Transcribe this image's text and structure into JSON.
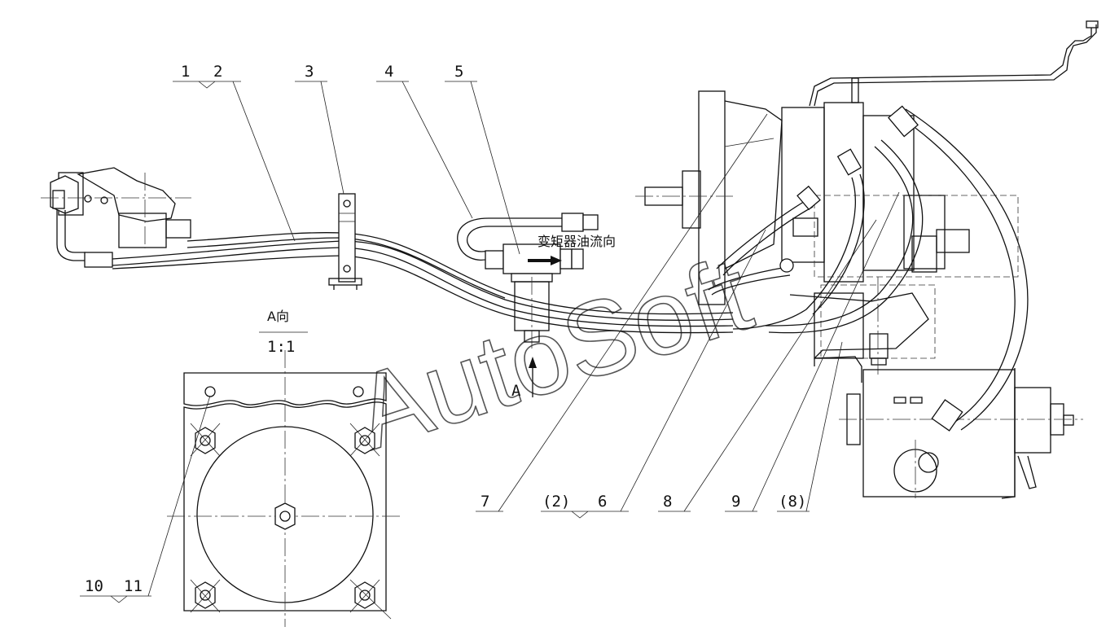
{
  "callouts": {
    "c1": "1",
    "c2": "2",
    "c3": "3",
    "c4": "4",
    "c5": "5",
    "c6": "6",
    "c7": "7",
    "c8": "8",
    "c9": "9",
    "c2p": "(2)",
    "c8p": "(8)",
    "c10": "10",
    "c11": "11"
  },
  "view": {
    "title": "A向",
    "scale": "1:1",
    "arrow_label": "A"
  },
  "flow_note": "变矩器油流向",
  "watermark": "AutoSoft"
}
